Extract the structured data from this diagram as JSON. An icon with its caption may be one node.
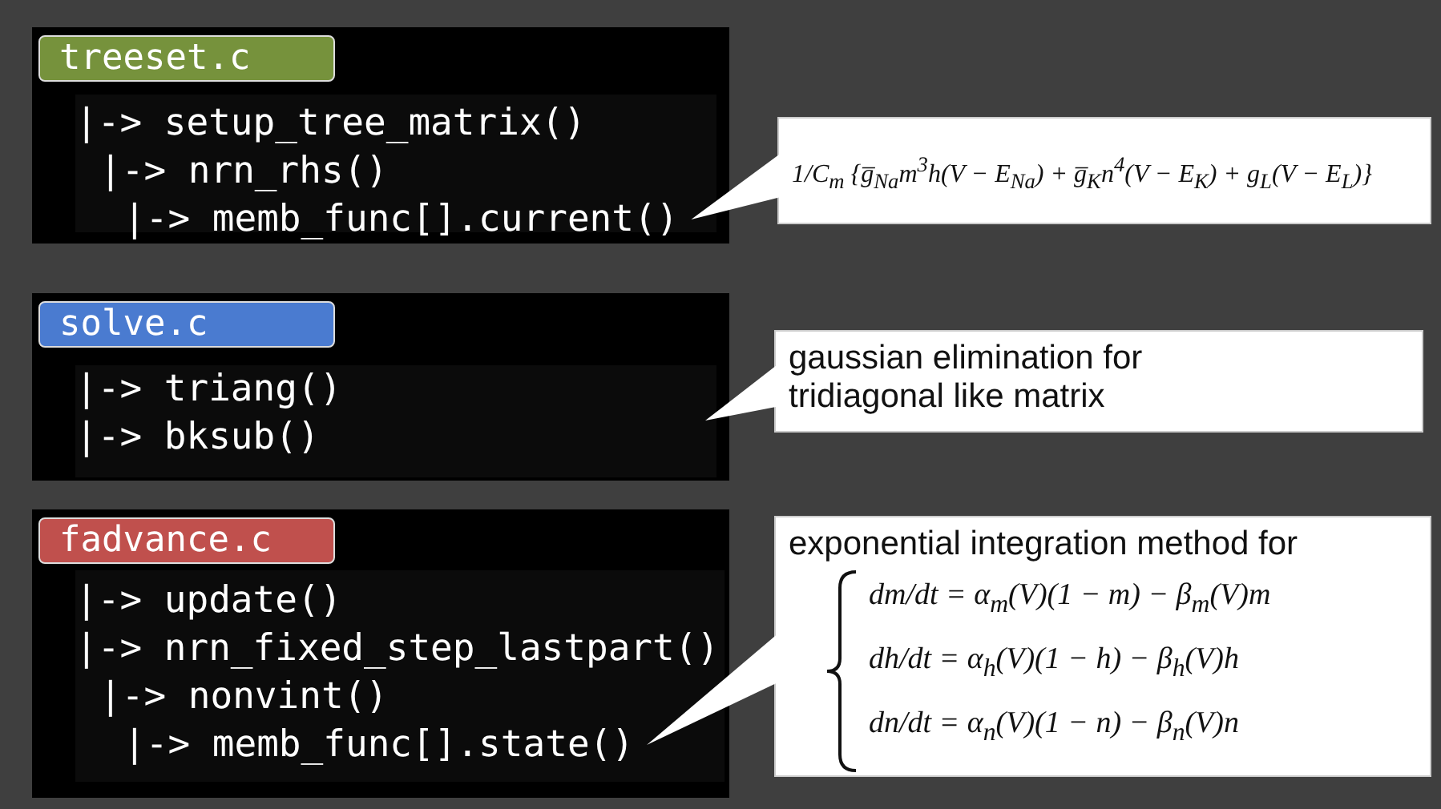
{
  "diagram": {
    "nodes": [
      {
        "text": [
          "treeset.c"
        ]
      },
      {
        "text": [
          "|-> setup_tree_matrix()"
        ],
        "in": 0
      },
      {
        "text": [
          "|-> nrn_rhs()"
        ],
        "in": 0
      },
      {
        "text": [
          "|-> memb_func[].current()"
        ],
        "in": 0
      },
      {
        "text": [
          "solve.c"
        ]
      },
      {
        "text": [
          "|-> triang()"
        ],
        "in": 4
      },
      {
        "text": [
          "|-> bksub()"
        ],
        "in": 4
      },
      {
        "text": [
          "fadvance.c"
        ]
      },
      {
        "text": [
          "|-> update()"
        ],
        "in": 7
      },
      {
        "text": [
          "|-> nrn_fixed_step_lastpart()"
        ],
        "in": 7
      },
      {
        "text": [
          "|-> nonvint()"
        ],
        "in": 7
      },
      {
        "text": [
          "|-> memb_func[].state()"
        ],
        "in": 7
      },
      {
        "text": [
          "1/C$_{m}$ {g̅$_{Na}$m$^{3}$h(V − E$_{Na}$) + g̅$_{K}$n$^{4}$(V − E$_{K}$) + g$_{L}$(V − E$_{L}$)}"
        ]
      },
      {
        "text": [
          "gaussian elimination for tridiagonal like matrix"
        ]
      },
      {
        "text": [
          "exponential integration method for",
          "dm/dt = α$_{m}$(V)(1 − m) − β$_{m}$(V)m",
          "dh/dt = α$_{h}$(V)(1 − h) − β$_{h}$(V)h",
          "dn/dt = α$_{n}$(V)(1 − n) − β$_{n}$(V)n"
        ]
      }
    ],
    "edges": [
      {
        "from": 12,
        "to": 3,
        "arrow": "to"
      },
      {
        "from": 13,
        "to": 4,
        "arrow": "to"
      },
      {
        "from": 14,
        "to": 11,
        "arrow": "to"
      }
    ]
  }
}
